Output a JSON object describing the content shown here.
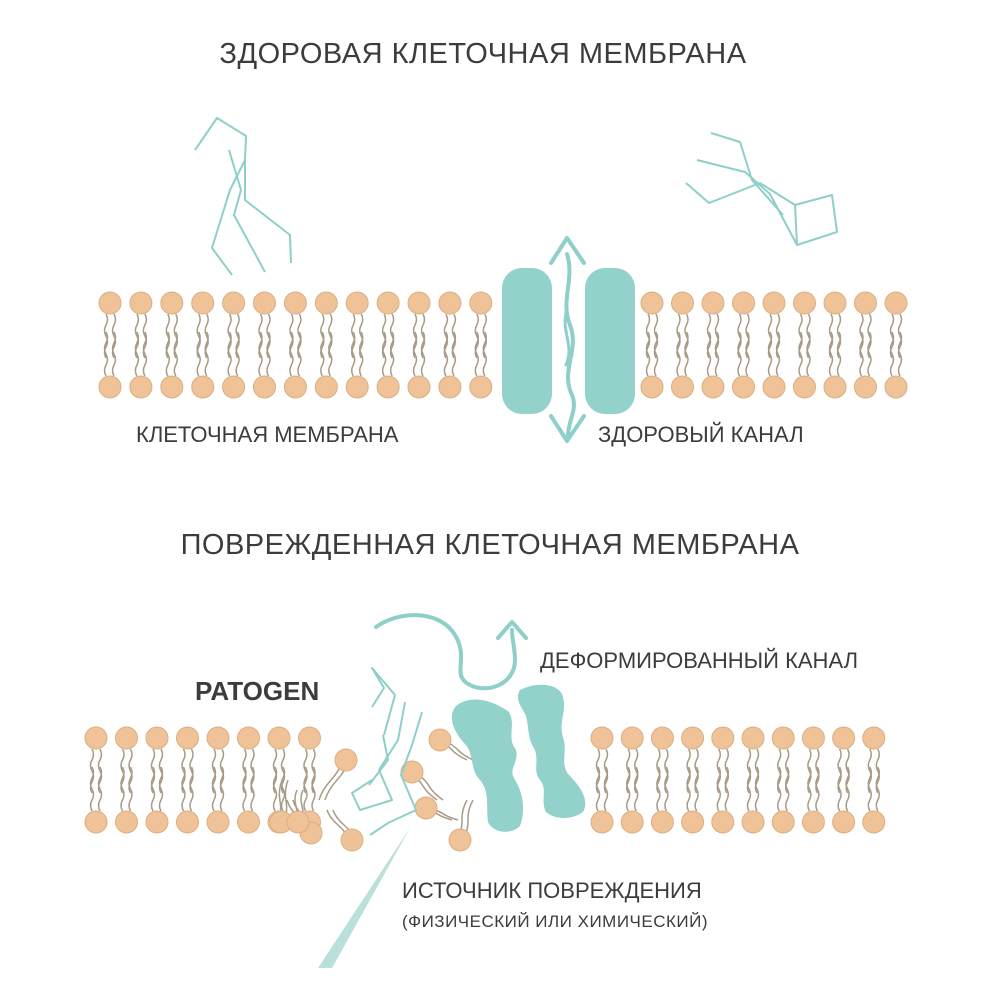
{
  "titles": {
    "healthy": "ЗДОРОВАЯ КЛЕТОЧНАЯ МЕМБРАНА",
    "damaged": "ПОВРЕЖДЕННАЯ КЛЕТОЧНАЯ МЕМБРАНА"
  },
  "labels": {
    "cell_membrane": "КЛЕТОЧНАЯ МЕМБРАНА",
    "healthy_channel": "ЗДОРОВЫЙ КАНАЛ",
    "deformed_channel": "ДЕФОРМИРОВАННЫЙ КАНАЛ",
    "pathogen": "PATOGEN",
    "damage_source": "ИСТОЧНИК ПОВРЕЖДЕНИЯ",
    "damage_source_detail": "(ФИЗИЧЕСКИЙ ИЛИ ХИМИЧЕСКИЙ)"
  },
  "colors": {
    "lipid_head": "#efc397",
    "lipid_tail": "#a89a86",
    "channel": "#93d1cb",
    "arrow": "#8ecfc9",
    "text": "#3c3c3c"
  }
}
